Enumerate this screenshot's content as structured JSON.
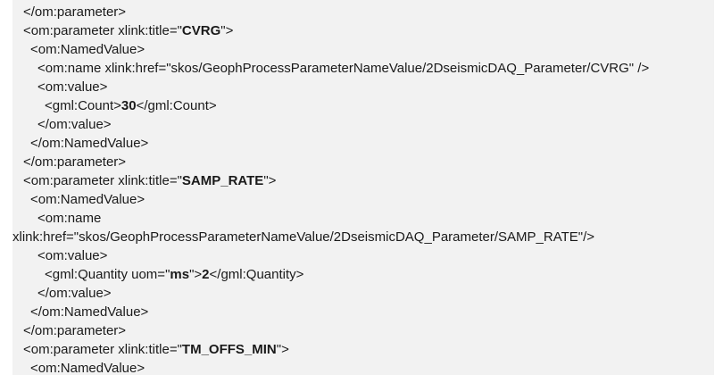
{
  "document": {
    "lines": [
      [
        {
          "t": "</om:parameter>"
        }
      ],
      [
        {
          "t": "<om:parameter xlink:title=\""
        },
        {
          "t": "CVRG",
          "b": true
        },
        {
          "t": "\">"
        }
      ],
      [
        {
          "t": "<om:NamedValue>"
        }
      ],
      [
        {
          "t": "<om:name xlink:href=\"skos/GeophProcessParameterNameValue/2DseismicDAQ_Parameter/CVRG\" />"
        }
      ],
      [
        {
          "t": "<om:value>"
        }
      ],
      [
        {
          "t": "<gml:Count>"
        },
        {
          "t": "30",
          "b": true
        },
        {
          "t": "</gml:Count>"
        }
      ],
      [
        {
          "t": "</om:value>"
        }
      ],
      [
        {
          "t": "</om:NamedValue>"
        }
      ],
      [
        {
          "t": "</om:parameter>"
        }
      ],
      [
        {
          "t": "<om:parameter xlink:title=\""
        },
        {
          "t": "SAMP_RATE",
          "b": true
        },
        {
          "t": "\">"
        }
      ],
      [
        {
          "t": "<om:NamedValue>"
        }
      ],
      [
        {
          "t": "<om:name"
        }
      ],
      [
        {
          "t": "xlink:href=\"skos/GeophProcessParameterNameValue/2DseismicDAQ_Parameter/SAMP_RATE\"/>"
        }
      ],
      [
        {
          "t": "<om:value>"
        }
      ],
      [
        {
          "t": "<gml:Quantity uom=\""
        },
        {
          "t": "ms",
          "b": true
        },
        {
          "t": "\">"
        },
        {
          "t": "2",
          "b": true
        },
        {
          "t": "</gml:Quantity>"
        }
      ],
      [
        {
          "t": "</om:value>"
        }
      ],
      [
        {
          "t": "</om:NamedValue>"
        }
      ],
      [
        {
          "t": "</om:parameter>"
        }
      ],
      [
        {
          "t": "<om:parameter xlink:title=\""
        },
        {
          "t": "TM_OFFS_MIN",
          "b": true
        },
        {
          "t": "\">"
        }
      ],
      [
        {
          "t": "<om:NamedValue>"
        }
      ]
    ]
  }
}
